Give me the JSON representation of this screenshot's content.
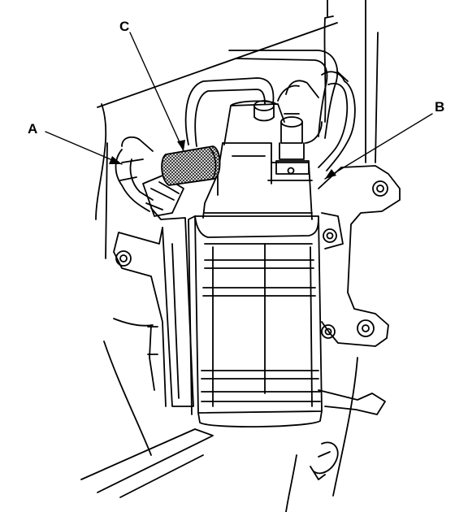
{
  "callouts": {
    "a": "A",
    "b": "B",
    "c": "C"
  },
  "colors": {
    "ink": "#000000",
    "paper": "#ffffff",
    "hatch": "#555555"
  }
}
